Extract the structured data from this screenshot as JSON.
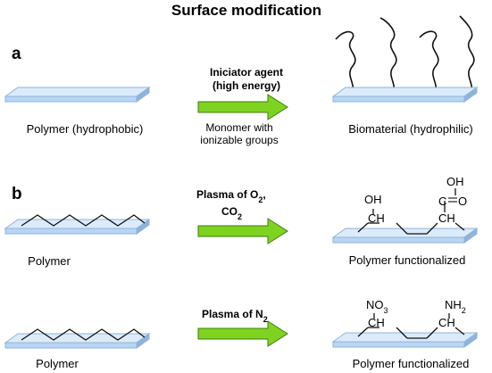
{
  "title": "Surface modification",
  "colors": {
    "slab_top": "#dcebfa",
    "slab_side": "#b9d5f2",
    "slab_stroke": "#8fb4dc",
    "arrow_fill": "#7ed320",
    "arrow_stroke": "#3f7d0a"
  },
  "panel_a": {
    "label": "a",
    "left_caption": "Polymer (hydrophobic)",
    "arrow_text_1": "Iniciator agent",
    "arrow_text_2": "(high energy)",
    "below_text_1": "Monomer with",
    "below_text_2": "ionizable groups",
    "right_caption": "Biomaterial (hydrophilic)"
  },
  "panel_b": {
    "label": "b",
    "row1": {
      "left_caption": "Polymer",
      "arrow_text_1": "Plasma of O",
      "arrow_sub_1": "2",
      "arrow_sep": ",",
      "arrow_text_2": "CO",
      "arrow_sub_2": "2",
      "right_caption": "Polymer functionalized",
      "group_left": "OH",
      "ch_left": "CH",
      "group_right_top": "OH",
      "group_right_c": "C",
      "group_right_o": "O",
      "ch_right": "CH"
    },
    "row2": {
      "left_caption": "Polymer",
      "arrow_text": "Plasma of N",
      "arrow_sub": "2",
      "right_caption": "Polymer functionalized",
      "group_left": "NO",
      "group_left_sub": "3",
      "ch_left": "CH",
      "group_right": "NH",
      "group_right_sub": "2",
      "ch_right": "CH"
    }
  }
}
